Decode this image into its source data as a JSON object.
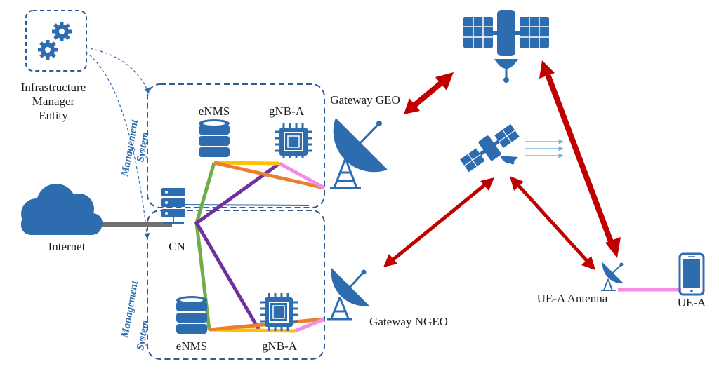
{
  "labels": {
    "ime_line1": "Infrastructure",
    "ime_line2": "Manager",
    "ime_line3": "Entity",
    "internet": "Internet",
    "cn": "CN",
    "enms_top": "eNMS",
    "gnb_top": "gNB-A",
    "enms_bottom": "eNMS",
    "gnb_bottom": "gNB-A",
    "mgmt1_line1": "Management",
    "mgmt1_line2": "System",
    "mgmt2_line1": "Management",
    "mgmt2_line2": "System",
    "gateway_geo": "Gateway GEO",
    "gateway_ngeo": "Gateway NGEO",
    "ue_antenna": "UE-A Antenna",
    "ue": "UE-A"
  },
  "icons": [
    "gear-icon",
    "cloud-icon",
    "server-icon",
    "database-icon",
    "chip-icon",
    "satellite-dish-icon",
    "satellite-icon",
    "smartphone-icon"
  ],
  "colors": {
    "icon_blue": "#2e6cb0",
    "dashed_border": "#2e5d93",
    "red_arrow": "#c00000",
    "green_link": "#70ad47",
    "purple_link": "#7030a0",
    "orange_link": "#ed7d31",
    "yellow_link": "#ffc000",
    "pink_link": "#f08ee6",
    "gray_link": "#707070"
  }
}
